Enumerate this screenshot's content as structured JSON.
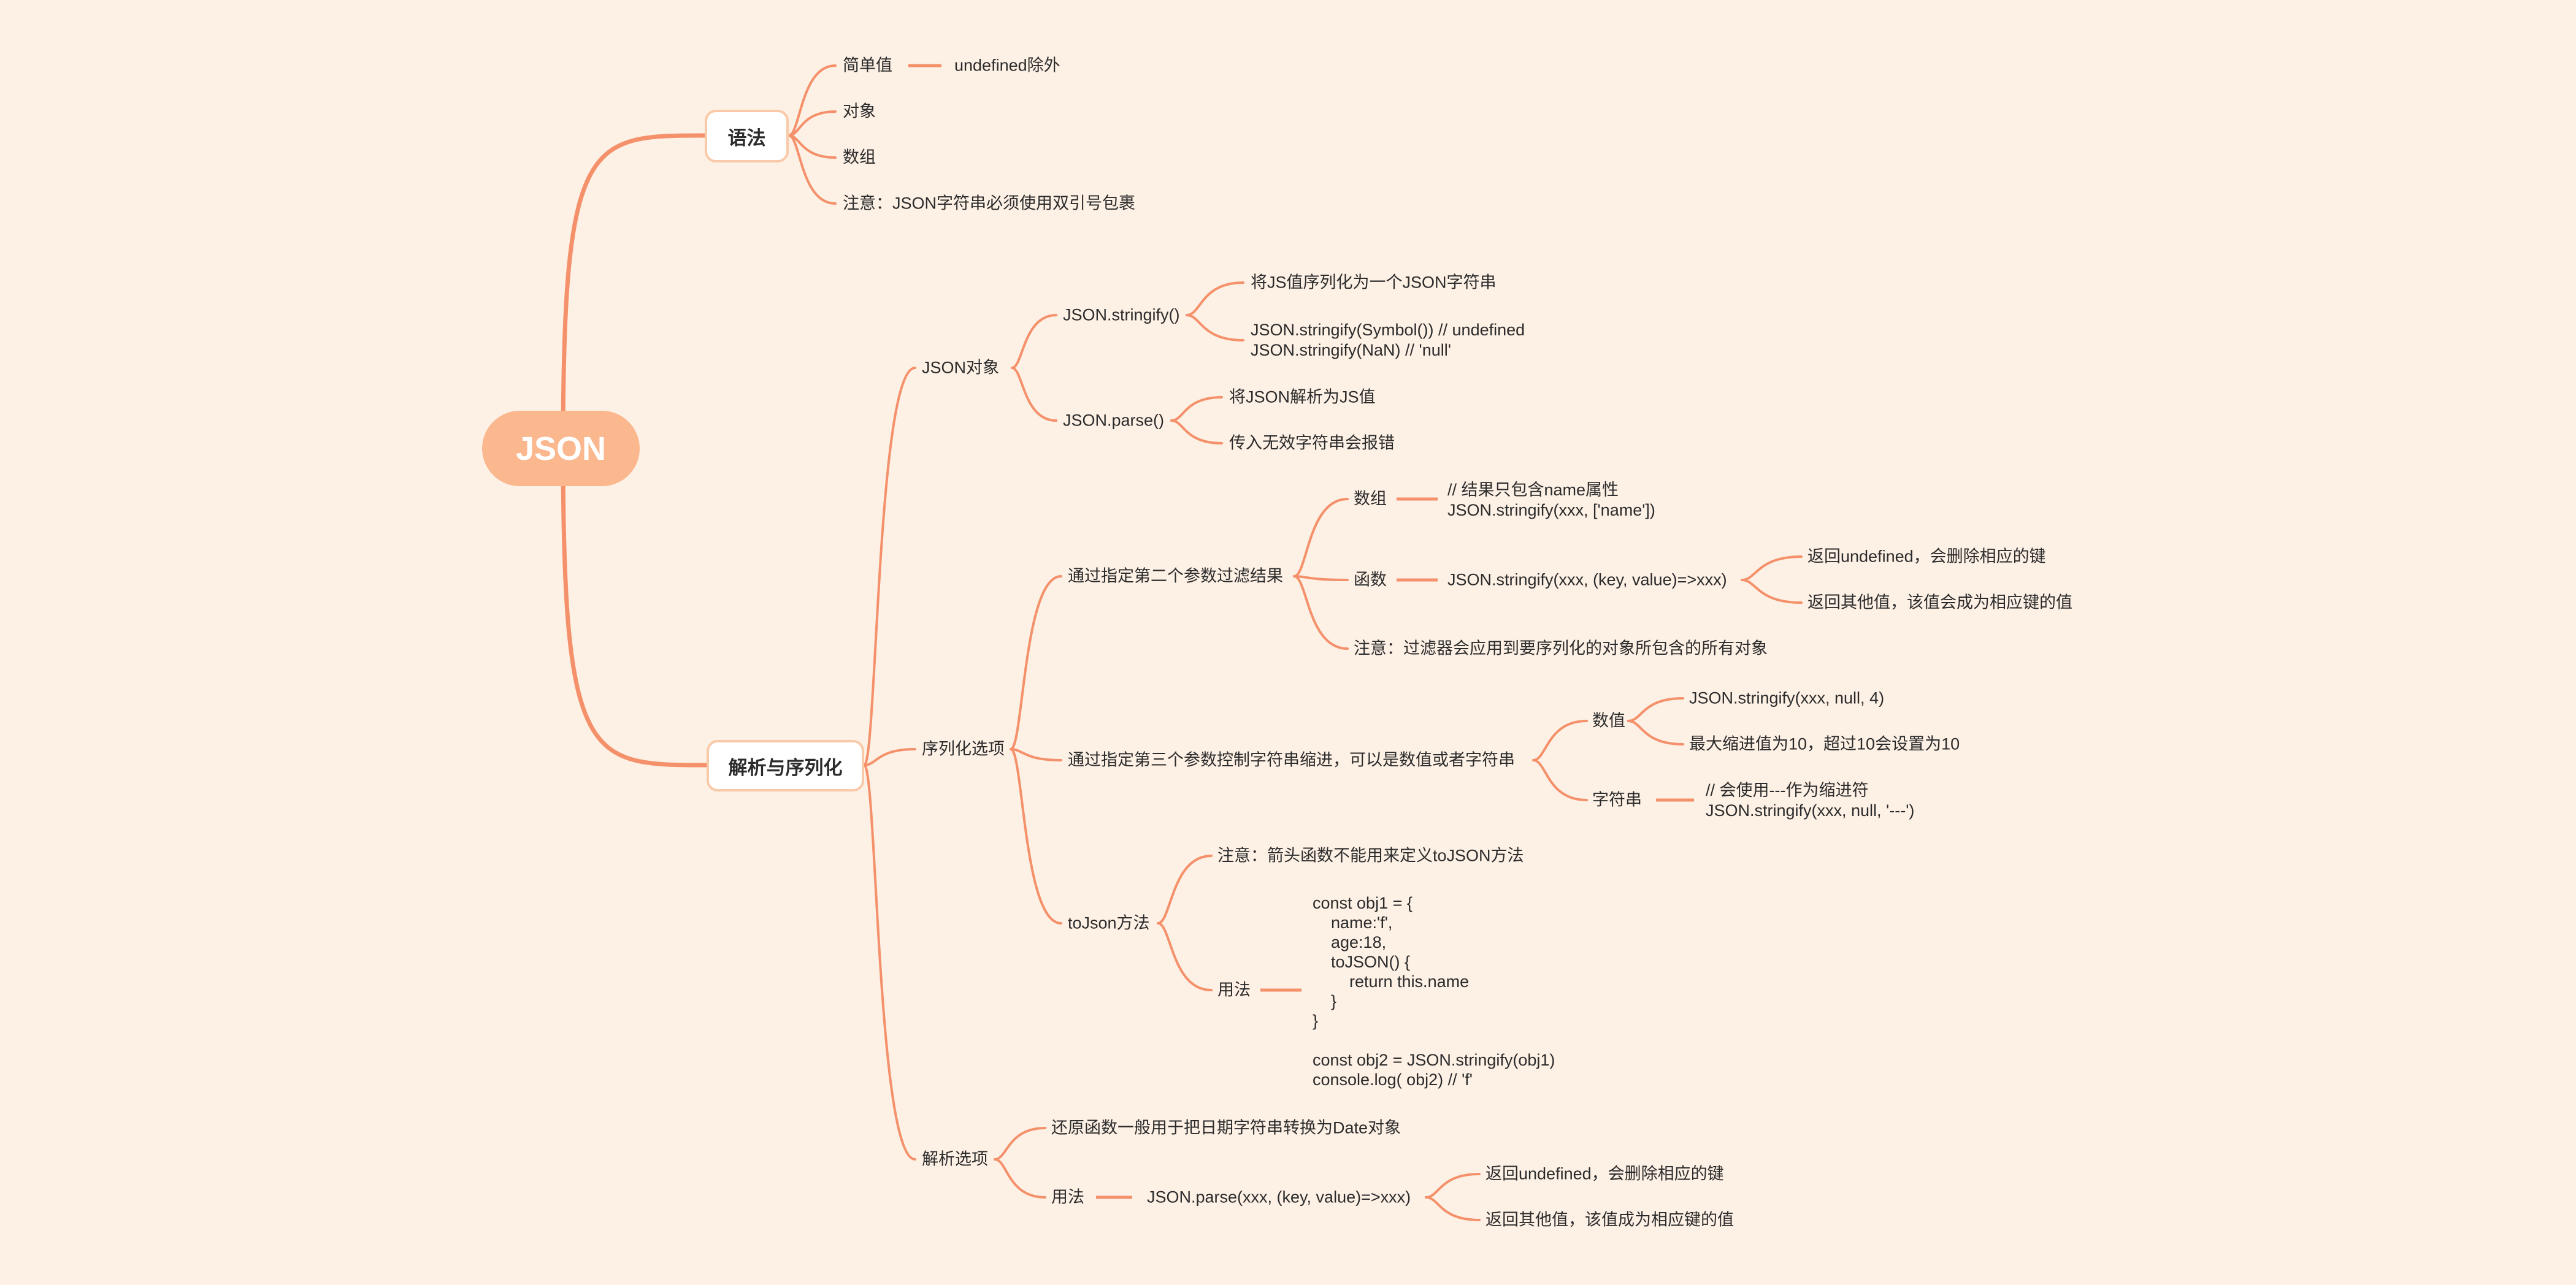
{
  "root": {
    "label": "JSON"
  },
  "syntax": {
    "label": "语法",
    "simple": "简单值",
    "simple_note": "undefined除外",
    "object": "对象",
    "array": "数组",
    "note": "注意：JSON字符串必须使用双引号包裹"
  },
  "parse_serialize": {
    "label": "解析与序列化",
    "json_object": {
      "label": "JSON对象",
      "stringify": {
        "label": "JSON.stringify()",
        "desc": "将JS值序列化为一个JSON字符串",
        "example": "JSON.stringify(Symbol()) // undefined\nJSON.stringify(NaN) // 'null'"
      },
      "parse": {
        "label": "JSON.parse()",
        "desc": "将JSON解析为JS值",
        "error": "传入无效字符串会报错"
      }
    },
    "serialize_options": {
      "label": "序列化选项",
      "filter": {
        "label": "通过指定第二个参数过滤结果",
        "array": "数组",
        "array_code": "// 结果只包含name属性\nJSON.stringify(xxx, ['name'])",
        "function": "函数",
        "function_code": "JSON.stringify(xxx, (key, value)=>xxx)",
        "return_undefined": "返回undefined，会删除相应的键",
        "return_other": "返回其他值，该值会成为相应键的值",
        "note": "注意：过滤器会应用到要序列化的对象所包含的所有对象"
      },
      "indent": {
        "label": "通过指定第三个参数控制字符串缩进，可以是数值或者字符串",
        "number": "数值",
        "number_code": "JSON.stringify(xxx, null, 4)",
        "number_max": "最大缩进值为10，超过10会设置为10",
        "string": "字符串",
        "string_code": "// 会使用---作为缩进符\nJSON.stringify(xxx, null, '---')"
      },
      "tojson": {
        "label": "toJson方法",
        "note": "注意：箭头函数不能用来定义toJSON方法",
        "usage": "用法",
        "code": "const obj1 = {\n    name:'f',\n    age:18,\n    toJSON() {\n        return this.name\n    }\n}\n\nconst obj2 = JSON.stringify(obj1)\nconsole.log( obj2) // 'f'"
      }
    },
    "parse_options": {
      "label": "解析选项",
      "reviver": "还原函数一般用于把日期字符串转换为Date对象",
      "usage": "用法",
      "usage_code": "JSON.parse(xxx, (key, value)=>xxx)",
      "return_undefined": "返回undefined，会删除相应的键",
      "return_other": "返回其他值，该值成为相应键的值"
    }
  },
  "colors": {
    "background": "#fdf0e5",
    "line": "#f4916b",
    "root": "#fbb88e",
    "box_border": "#f9caa9"
  }
}
